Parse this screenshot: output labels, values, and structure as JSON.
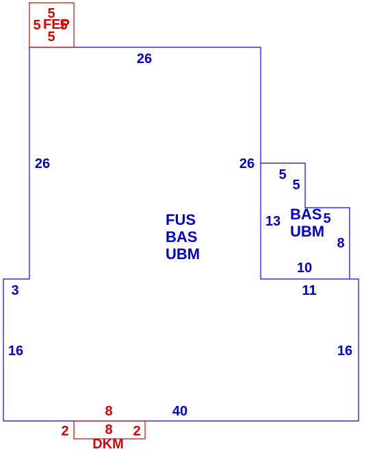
{
  "main": {
    "top_width": "26",
    "left_upper": "26",
    "right_upper": "26",
    "codes": [
      "FUS",
      "BAS",
      "UBM"
    ],
    "left_lower": "3",
    "right_step": "11",
    "left_side": "16",
    "right_side": "16",
    "bottom": "40"
  },
  "addition": {
    "step_a": "5",
    "step_b": "5",
    "left": "13",
    "right_step": "5",
    "right": "8",
    "bottom": "10",
    "codes": [
      "BAS",
      "UBM"
    ]
  },
  "porch": {
    "top": "5",
    "left": "5",
    "bottom": "5",
    "code": "FEP",
    "right": "5"
  },
  "deck": {
    "top_outer": "8",
    "top_inner": "8",
    "left": "2",
    "right": "2",
    "code": "DKM"
  },
  "colors": {
    "structure": "#0000ff",
    "structure_text": "#0000cc",
    "attachment": "#dd0000"
  }
}
